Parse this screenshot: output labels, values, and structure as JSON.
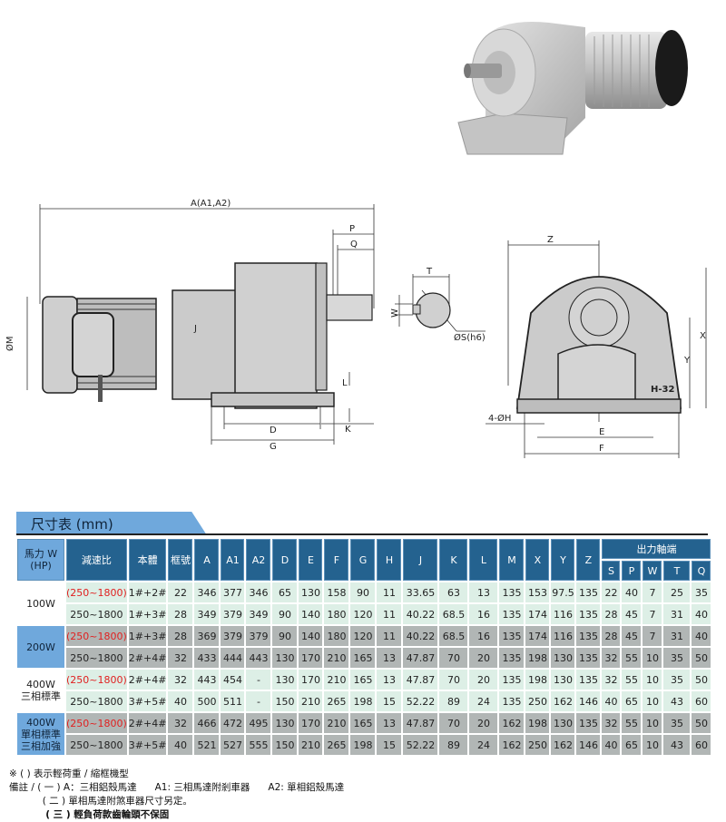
{
  "drawing": {
    "labels": {
      "A": "A(A1,A2)",
      "P": "P",
      "Q": "Q",
      "M": "ØM",
      "J": "J",
      "L": "L",
      "K": "K",
      "D": "D",
      "G": "G",
      "T": "T",
      "W": "W",
      "S": "ØS(h6)",
      "Z": "Z",
      "X": "X",
      "Y": "Y",
      "H": "4-ØH",
      "E": "E",
      "F": "F",
      "model": "H-32"
    }
  },
  "table": {
    "title": "尺寸表 (mm)",
    "header": {
      "hp": "馬力 W\n(HP)",
      "cols": [
        "減速比",
        "本體",
        "框號",
        "A",
        "A1",
        "A2",
        "D",
        "E",
        "F",
        "G",
        "H",
        "J",
        "K",
        "L",
        "M",
        "X",
        "Y",
        "Z"
      ],
      "output_shaft": "出力軸端",
      "shaft_cols": [
        "S",
        "P",
        "W",
        "T",
        "Q"
      ]
    },
    "groups": [
      {
        "label": [
          "100W"
        ],
        "style": "white",
        "rows": [
          {
            "shade": "light",
            "red": true,
            "cells": [
              "(250~1800)",
              "1#+2#",
              "22",
              "346",
              "377",
              "346",
              "65",
              "130",
              "158",
              "90",
              "11",
              "33.65",
              "63",
              "13",
              "135",
              "153",
              "97.5",
              "135",
              "22",
              "40",
              "7",
              "25",
              "35"
            ]
          },
          {
            "shade": "light",
            "red": false,
            "cells": [
              "250~1800",
              "1#+3#",
              "28",
              "349",
              "379",
              "349",
              "90",
              "140",
              "180",
              "120",
              "11",
              "40.22",
              "68.5",
              "16",
              "135",
              "174",
              "116",
              "135",
              "28",
              "45",
              "7",
              "31",
              "40"
            ]
          }
        ]
      },
      {
        "label": [
          "200W"
        ],
        "style": "blue",
        "rows": [
          {
            "shade": "dark",
            "red": true,
            "cells": [
              "(250~1800)",
              "1#+3#",
              "28",
              "369",
              "379",
              "379",
              "90",
              "140",
              "180",
              "120",
              "11",
              "40.22",
              "68.5",
              "16",
              "135",
              "174",
              "116",
              "135",
              "28",
              "45",
              "7",
              "31",
              "40"
            ]
          },
          {
            "shade": "dark",
            "red": false,
            "cells": [
              "250~1800",
              "2#+4#",
              "32",
              "433",
              "444",
              "443",
              "130",
              "170",
              "210",
              "165",
              "13",
              "47.87",
              "70",
              "20",
              "135",
              "198",
              "130",
              "135",
              "32",
              "55",
              "10",
              "35",
              "50"
            ]
          }
        ]
      },
      {
        "label": [
          "400W",
          "三相標準"
        ],
        "style": "white",
        "rows": [
          {
            "shade": "light",
            "red": true,
            "cells": [
              "(250~1800)",
              "2#+4#",
              "32",
              "443",
              "454",
              "-",
              "130",
              "170",
              "210",
              "165",
              "13",
              "47.87",
              "70",
              "20",
              "135",
              "198",
              "130",
              "135",
              "32",
              "55",
              "10",
              "35",
              "50"
            ]
          },
          {
            "shade": "light",
            "red": false,
            "cells": [
              "250~1800",
              "3#+5#",
              "40",
              "500",
              "511",
              "-",
              "150",
              "210",
              "265",
              "198",
              "15",
              "52.22",
              "89",
              "24",
              "135",
              "250",
              "162",
              "146",
              "40",
              "65",
              "10",
              "43",
              "60"
            ]
          }
        ]
      },
      {
        "label": [
          "400W",
          "單相標準",
          "三相加強"
        ],
        "style": "blue",
        "rows": [
          {
            "shade": "dark",
            "red": true,
            "cells": [
              "(250~1800)",
              "2#+4#",
              "32",
              "466",
              "472",
              "495",
              "130",
              "170",
              "210",
              "165",
              "13",
              "47.87",
              "70",
              "20",
              "162",
              "198",
              "130",
              "135",
              "32",
              "55",
              "10",
              "35",
              "50"
            ]
          },
          {
            "shade": "dark",
            "red": false,
            "cells": [
              "250~1800",
              "3#+5#",
              "40",
              "521",
              "527",
              "555",
              "150",
              "210",
              "265",
              "198",
              "15",
              "52.22",
              "89",
              "24",
              "162",
              "250",
              "162",
              "146",
              "40",
              "65",
              "10",
              "43",
              "60"
            ]
          }
        ]
      }
    ]
  },
  "notes": [
    "※ ( ) 表示輕荷重 / 縮框機型",
    "備註 / ( 一 ) A：三相鋁殼馬達      A1: 三相馬達附剎車器      A2: 單相鋁殼馬達",
    "           ( 二 ) 單相馬達附煞車器尺寸另定。",
    "           ( 三 ) 輕負荷款齒輪頭不保固"
  ],
  "colors": {
    "header": "#24628f",
    "group_blue": "#6fa8dc",
    "row_light": "#ddefe6",
    "row_dark": "#b1b6b5",
    "red": "#e02020"
  }
}
